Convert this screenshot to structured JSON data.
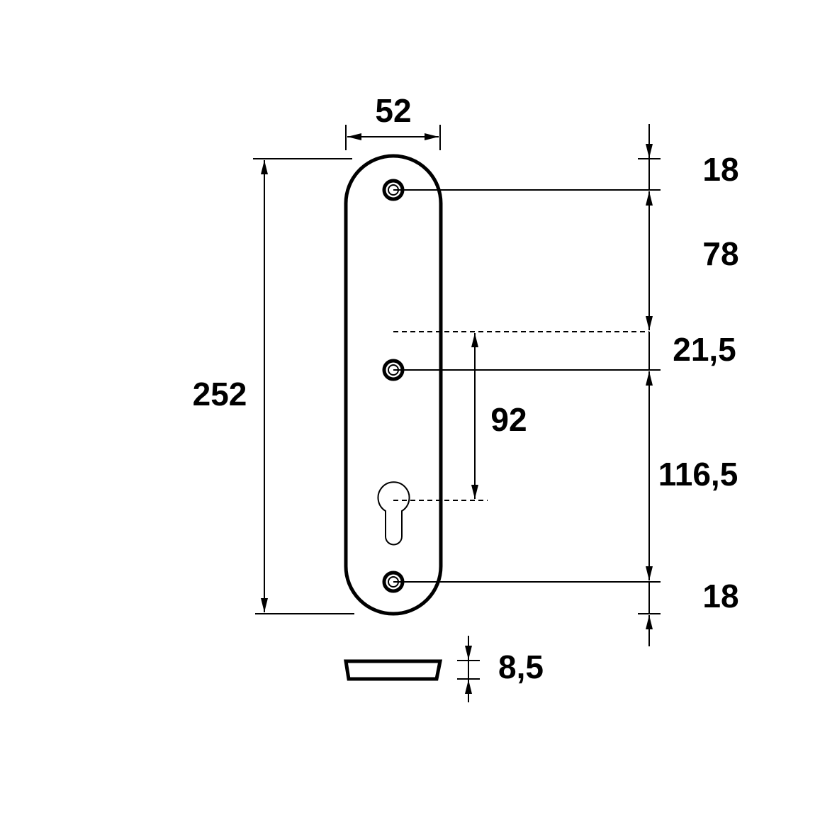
{
  "dimensions": {
    "width": "52",
    "height": "252",
    "top_margin": "18",
    "upper_spacing": "78",
    "offset": "21,5",
    "lower_spacing": "116,5",
    "bottom_margin": "18",
    "keyhole_distance": "92",
    "thickness": "8,5"
  }
}
